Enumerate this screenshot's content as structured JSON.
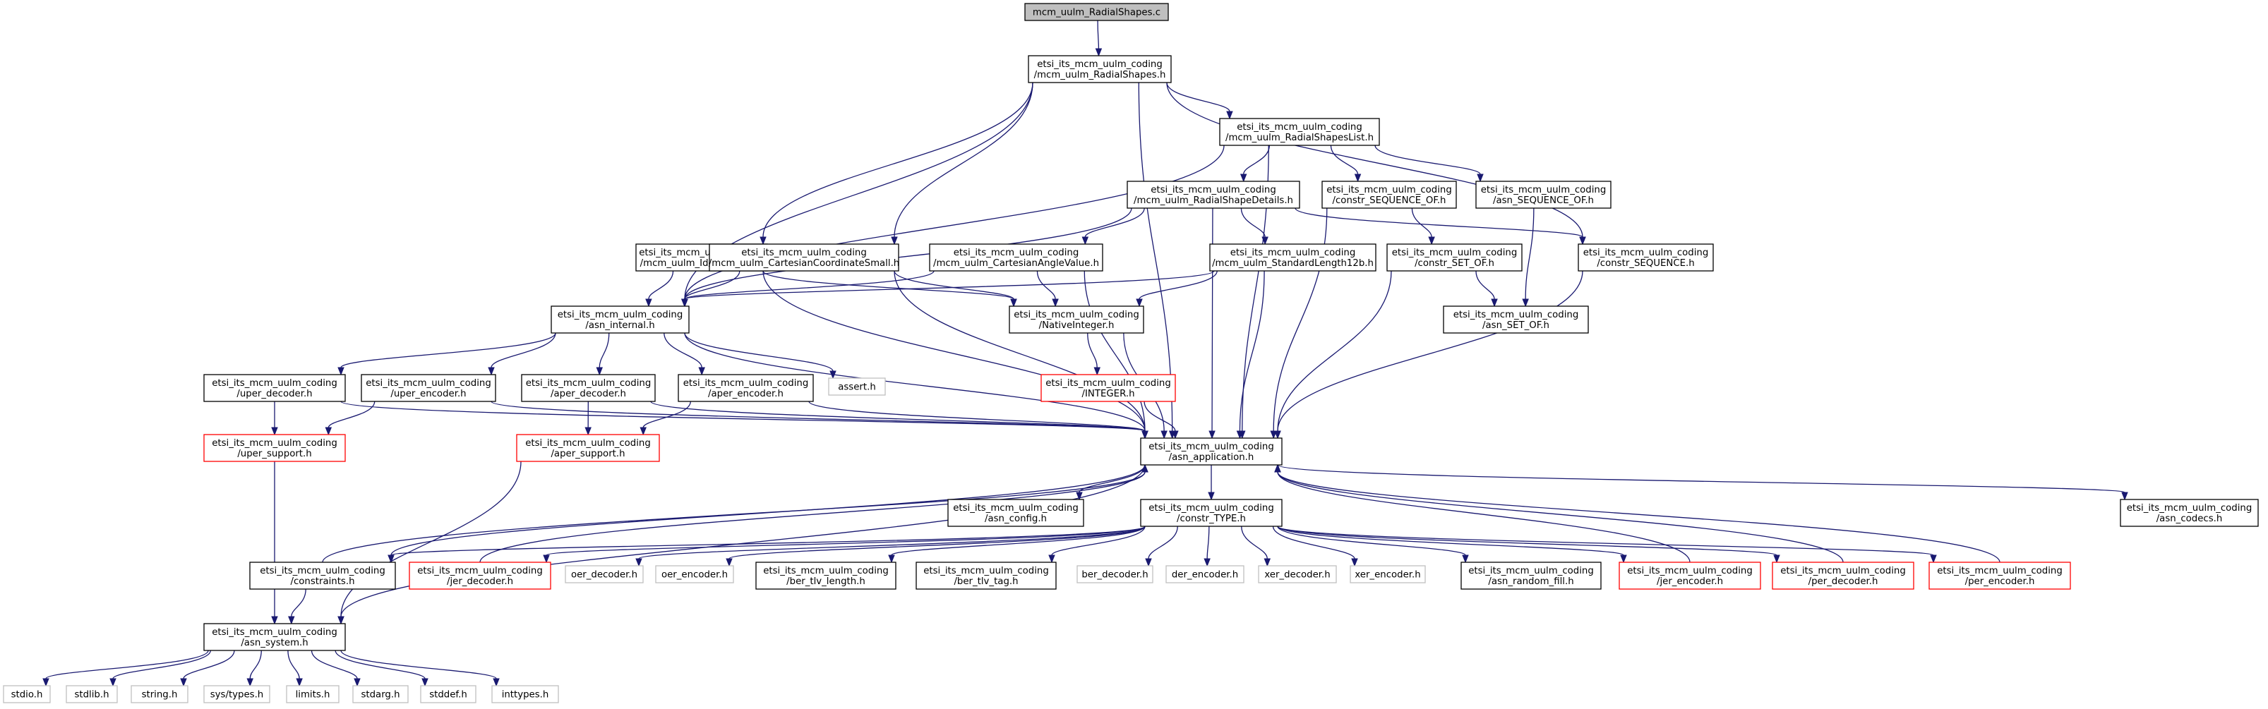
{
  "colors": {
    "edge": "#191970",
    "box_border_normal": "#000000",
    "box_border_truncated": "#ff0000",
    "box_border_external": "#bfbfbf",
    "root_fill": "#bfbfbf",
    "node_fill": "#ffffff"
  },
  "graph": {
    "nodes": {
      "root": {
        "kind": "root",
        "lines": [
          "mcm_uulm_RadialShapes.c"
        ]
      },
      "radialshapes_h": {
        "kind": "normal",
        "lines": [
          "etsi_its_mcm_uulm_coding",
          "/mcm_uulm_RadialShapes.h"
        ]
      },
      "radialshapeslist_h": {
        "kind": "normal",
        "lines": [
          "etsi_its_mcm_uulm_coding",
          "/mcm_uulm_RadialShapesList.h"
        ]
      },
      "radialshapedetails_h": {
        "kind": "normal",
        "lines": [
          "etsi_its_mcm_uulm_coding",
          "/mcm_uulm_RadialShapeDetails.h"
        ]
      },
      "constr_sequence_of_h": {
        "kind": "normal",
        "lines": [
          "etsi_its_mcm_uulm_coding",
          "/constr_SEQUENCE_OF.h"
        ]
      },
      "asn_sequence_of_h": {
        "kind": "normal",
        "lines": [
          "etsi_its_mcm_uulm_coding",
          "/asn_SEQUENCE_OF.h"
        ]
      },
      "identifier1b_h": {
        "kind": "normal",
        "lines": [
          "etsi_its_mcm_uulm_coding",
          "/mcm_uulm_Identifier1B.h"
        ]
      },
      "cartesiancoordsmall_h": {
        "kind": "normal",
        "lines": [
          "etsi_its_mcm_uulm_coding",
          "/mcm_uulm_CartesianCoordinateSmall.h"
        ]
      },
      "cartesianangle_h": {
        "kind": "normal",
        "lines": [
          "etsi_its_mcm_uulm_coding",
          "/mcm_uulm_CartesianAngleValue.h"
        ]
      },
      "standardlength12b_h": {
        "kind": "normal",
        "lines": [
          "etsi_its_mcm_uulm_coding",
          "/mcm_uulm_StandardLength12b.h"
        ]
      },
      "constr_set_of_h": {
        "kind": "normal",
        "lines": [
          "etsi_its_mcm_uulm_coding",
          "/constr_SET_OF.h"
        ]
      },
      "constr_sequence_h": {
        "kind": "normal",
        "lines": [
          "etsi_its_mcm_uulm_coding",
          "/constr_SEQUENCE.h"
        ]
      },
      "asn_internal_h": {
        "kind": "normal",
        "lines": [
          "etsi_its_mcm_uulm_coding",
          "/asn_internal.h"
        ]
      },
      "nativeinteger_h": {
        "kind": "normal",
        "lines": [
          "etsi_its_mcm_uulm_coding",
          "/NativeInteger.h"
        ]
      },
      "asn_set_of_h": {
        "kind": "normal",
        "lines": [
          "etsi_its_mcm_uulm_coding",
          "/asn_SET_OF.h"
        ]
      },
      "uper_decoder_h": {
        "kind": "normal",
        "lines": [
          "etsi_its_mcm_uulm_coding",
          "/uper_decoder.h"
        ]
      },
      "uper_encoder_h": {
        "kind": "normal",
        "lines": [
          "etsi_its_mcm_uulm_coding",
          "/uper_encoder.h"
        ]
      },
      "aper_decoder_h": {
        "kind": "normal",
        "lines": [
          "etsi_its_mcm_uulm_coding",
          "/aper_decoder.h"
        ]
      },
      "aper_encoder_h": {
        "kind": "normal",
        "lines": [
          "etsi_its_mcm_uulm_coding",
          "/aper_encoder.h"
        ]
      },
      "assert_h": {
        "kind": "external",
        "lines": [
          "assert.h"
        ]
      },
      "integer_h": {
        "kind": "truncated",
        "lines": [
          "etsi_its_mcm_uulm_coding",
          "/INTEGER.h"
        ]
      },
      "uper_support_h": {
        "kind": "truncated",
        "lines": [
          "etsi_its_mcm_uulm_coding",
          "/uper_support.h"
        ]
      },
      "aper_support_h": {
        "kind": "truncated",
        "lines": [
          "etsi_its_mcm_uulm_coding",
          "/aper_support.h"
        ]
      },
      "asn_application_h": {
        "kind": "normal",
        "lines": [
          "etsi_its_mcm_uulm_coding",
          "/asn_application.h"
        ]
      },
      "asn_config_h": {
        "kind": "normal",
        "lines": [
          "etsi_its_mcm_uulm_coding",
          "/asn_config.h"
        ]
      },
      "constr_type_h": {
        "kind": "normal",
        "lines": [
          "etsi_its_mcm_uulm_coding",
          "/constr_TYPE.h"
        ]
      },
      "asn_codecs_h": {
        "kind": "normal",
        "lines": [
          "etsi_its_mcm_uulm_coding",
          "/asn_codecs.h"
        ]
      },
      "constraints_h": {
        "kind": "normal",
        "lines": [
          "etsi_its_mcm_uulm_coding",
          "/constraints.h"
        ]
      },
      "jer_decoder_h": {
        "kind": "truncated",
        "lines": [
          "etsi_its_mcm_uulm_coding",
          "/jer_decoder.h"
        ]
      },
      "oer_decoder_h": {
        "kind": "external",
        "lines": [
          "oer_decoder.h"
        ]
      },
      "oer_encoder_h": {
        "kind": "external",
        "lines": [
          "oer_encoder.h"
        ]
      },
      "ber_tlv_length_h": {
        "kind": "normal",
        "lines": [
          "etsi_its_mcm_uulm_coding",
          "/ber_tlv_length.h"
        ]
      },
      "ber_tlv_tag_h": {
        "kind": "normal",
        "lines": [
          "etsi_its_mcm_uulm_coding",
          "/ber_tlv_tag.h"
        ]
      },
      "ber_decoder_h": {
        "kind": "external",
        "lines": [
          "ber_decoder.h"
        ]
      },
      "der_encoder_h": {
        "kind": "external",
        "lines": [
          "der_encoder.h"
        ]
      },
      "xer_decoder_h": {
        "kind": "external",
        "lines": [
          "xer_decoder.h"
        ]
      },
      "xer_encoder_h": {
        "kind": "external",
        "lines": [
          "xer_encoder.h"
        ]
      },
      "asn_random_fill_h": {
        "kind": "normal",
        "lines": [
          "etsi_its_mcm_uulm_coding",
          "/asn_random_fill.h"
        ]
      },
      "jer_encoder_h": {
        "kind": "truncated",
        "lines": [
          "etsi_its_mcm_uulm_coding",
          "/jer_encoder.h"
        ]
      },
      "per_decoder_h": {
        "kind": "truncated",
        "lines": [
          "etsi_its_mcm_uulm_coding",
          "/per_decoder.h"
        ]
      },
      "per_encoder_h": {
        "kind": "truncated",
        "lines": [
          "etsi_its_mcm_uulm_coding",
          "/per_encoder.h"
        ]
      },
      "asn_system_h": {
        "kind": "normal",
        "lines": [
          "etsi_its_mcm_uulm_coding",
          "/asn_system.h"
        ]
      },
      "stdio_h": {
        "kind": "external",
        "lines": [
          "stdio.h"
        ]
      },
      "stdlib_h": {
        "kind": "external",
        "lines": [
          "stdlib.h"
        ]
      },
      "string_h": {
        "kind": "external",
        "lines": [
          "string.h"
        ]
      },
      "sys_types_h": {
        "kind": "external",
        "lines": [
          "sys/types.h"
        ]
      },
      "limits_h": {
        "kind": "external",
        "lines": [
          "limits.h"
        ]
      },
      "stdarg_h": {
        "kind": "external",
        "lines": [
          "stdarg.h"
        ]
      },
      "stddef_h": {
        "kind": "external",
        "lines": [
          "stddef.h"
        ]
      },
      "inttypes_h": {
        "kind": "external",
        "lines": [
          "inttypes.h"
        ]
      }
    },
    "edges": [
      [
        "root",
        "radialshapes_h"
      ],
      [
        "radialshapes_h",
        "radialshapeslist_h"
      ],
      [
        "radialshapes_h",
        "identifier1b_h"
      ],
      [
        "radialshapes_h",
        "cartesiancoordsmall_h"
      ],
      [
        "radialshapes_h",
        "asn_internal_h"
      ],
      [
        "radialshapes_h",
        "constr_sequence_h"
      ],
      [
        "radialshapes_h",
        "asn_application_h"
      ],
      [
        "radialshapeslist_h",
        "radialshapedetails_h"
      ],
      [
        "radialshapeslist_h",
        "constr_sequence_of_h"
      ],
      [
        "radialshapeslist_h",
        "asn_sequence_of_h"
      ],
      [
        "radialshapeslist_h",
        "asn_internal_h"
      ],
      [
        "radialshapeslist_h",
        "asn_application_h"
      ],
      [
        "radialshapedetails_h",
        "cartesianangle_h"
      ],
      [
        "radialshapedetails_h",
        "standardlength12b_h"
      ],
      [
        "radialshapedetails_h",
        "constr_sequence_h"
      ],
      [
        "radialshapedetails_h",
        "asn_internal_h"
      ],
      [
        "radialshapedetails_h",
        "asn_application_h"
      ],
      [
        "constr_sequence_of_h",
        "constr_set_of_h"
      ],
      [
        "constr_sequence_of_h",
        "asn_application_h"
      ],
      [
        "asn_sequence_of_h",
        "asn_set_of_h"
      ],
      [
        "identifier1b_h",
        "asn_internal_h"
      ],
      [
        "identifier1b_h",
        "nativeinteger_h"
      ],
      [
        "identifier1b_h",
        "asn_application_h"
      ],
      [
        "cartesiancoordsmall_h",
        "asn_internal_h"
      ],
      [
        "cartesiancoordsmall_h",
        "nativeinteger_h"
      ],
      [
        "cartesiancoordsmall_h",
        "asn_application_h"
      ],
      [
        "cartesianangle_h",
        "asn_internal_h"
      ],
      [
        "cartesianangle_h",
        "nativeinteger_h"
      ],
      [
        "cartesianangle_h",
        "asn_application_h"
      ],
      [
        "standardlength12b_h",
        "asn_internal_h"
      ],
      [
        "standardlength12b_h",
        "nativeinteger_h"
      ],
      [
        "standardlength12b_h",
        "asn_application_h"
      ],
      [
        "constr_set_of_h",
        "asn_set_of_h"
      ],
      [
        "constr_set_of_h",
        "asn_application_h"
      ],
      [
        "constr_sequence_h",
        "asn_application_h"
      ],
      [
        "asn_internal_h",
        "uper_decoder_h"
      ],
      [
        "asn_internal_h",
        "uper_encoder_h"
      ],
      [
        "asn_internal_h",
        "aper_decoder_h"
      ],
      [
        "asn_internal_h",
        "aper_encoder_h"
      ],
      [
        "asn_internal_h",
        "assert_h"
      ],
      [
        "asn_internal_h",
        "asn_application_h"
      ],
      [
        "nativeinteger_h",
        "integer_h"
      ],
      [
        "nativeinteger_h",
        "asn_application_h"
      ],
      [
        "integer_h",
        "asn_application_h"
      ],
      [
        "uper_decoder_h",
        "uper_support_h"
      ],
      [
        "uper_decoder_h",
        "asn_application_h"
      ],
      [
        "uper_encoder_h",
        "uper_support_h"
      ],
      [
        "uper_encoder_h",
        "asn_application_h"
      ],
      [
        "aper_decoder_h",
        "aper_support_h"
      ],
      [
        "aper_decoder_h",
        "asn_application_h"
      ],
      [
        "aper_encoder_h",
        "aper_support_h"
      ],
      [
        "aper_encoder_h",
        "asn_application_h"
      ],
      [
        "uper_support_h",
        "asn_system_h"
      ],
      [
        "aper_support_h",
        "asn_system_h"
      ],
      [
        "asn_application_h",
        "asn_config_h"
      ],
      [
        "asn_application_h",
        "constr_type_h"
      ],
      [
        "asn_application_h",
        "asn_codecs_h"
      ],
      [
        "asn_application_h",
        "asn_system_h"
      ],
      [
        "asn_application_h",
        "constraints_h"
      ],
      [
        "constr_type_h",
        "constraints_h"
      ],
      [
        "constr_type_h",
        "jer_decoder_h"
      ],
      [
        "constr_type_h",
        "oer_decoder_h"
      ],
      [
        "constr_type_h",
        "oer_encoder_h"
      ],
      [
        "constr_type_h",
        "ber_tlv_length_h"
      ],
      [
        "constr_type_h",
        "ber_tlv_tag_h"
      ],
      [
        "constr_type_h",
        "ber_decoder_h"
      ],
      [
        "constr_type_h",
        "der_encoder_h"
      ],
      [
        "constr_type_h",
        "xer_decoder_h"
      ],
      [
        "constr_type_h",
        "xer_encoder_h"
      ],
      [
        "constr_type_h",
        "asn_random_fill_h"
      ],
      [
        "constr_type_h",
        "jer_encoder_h"
      ],
      [
        "constr_type_h",
        "per_decoder_h"
      ],
      [
        "constr_type_h",
        "per_encoder_h"
      ],
      [
        "constraints_h",
        "asn_application_h"
      ],
      [
        "constraints_h",
        "asn_system_h"
      ],
      [
        "jer_decoder_h",
        "asn_application_h"
      ],
      [
        "jer_encoder_h",
        "asn_application_h"
      ],
      [
        "per_decoder_h",
        "asn_application_h"
      ],
      [
        "per_encoder_h",
        "asn_application_h"
      ],
      [
        "asn_system_h",
        "stdio_h"
      ],
      [
        "asn_system_h",
        "stdlib_h"
      ],
      [
        "asn_system_h",
        "string_h"
      ],
      [
        "asn_system_h",
        "sys_types_h"
      ],
      [
        "asn_system_h",
        "limits_h"
      ],
      [
        "asn_system_h",
        "stdarg_h"
      ],
      [
        "asn_system_h",
        "stddef_h"
      ],
      [
        "asn_system_h",
        "inttypes_h"
      ]
    ]
  }
}
